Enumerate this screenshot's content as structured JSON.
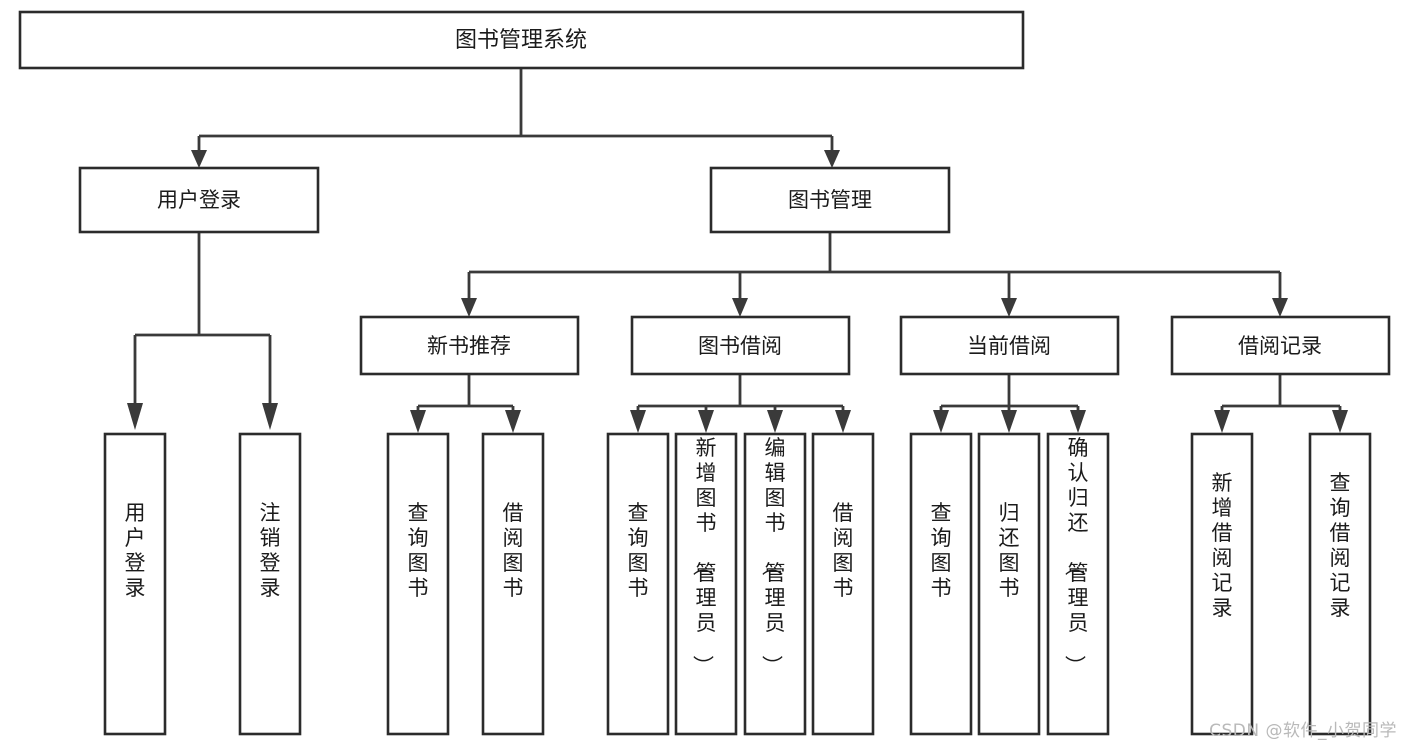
{
  "diagram": {
    "type": "tree-hierarchy",
    "title": "图书管理系统",
    "watermark": "CSDN @软件_小贺同学",
    "root": {
      "id": "root",
      "label": "图书管理系统",
      "orientation": "horizontal"
    },
    "level2": [
      {
        "id": "user-login",
        "label": "用户登录",
        "orientation": "horizontal"
      },
      {
        "id": "book-manage",
        "label": "图书管理",
        "orientation": "horizontal"
      }
    ],
    "level3": [
      {
        "id": "new-book-recommend",
        "label": "新书推荐",
        "parent": "book-manage",
        "orientation": "horizontal"
      },
      {
        "id": "book-borrow",
        "label": "图书借阅",
        "parent": "book-manage",
        "orientation": "horizontal"
      },
      {
        "id": "current-borrow",
        "label": "当前借阅",
        "parent": "book-manage",
        "orientation": "horizontal"
      },
      {
        "id": "borrow-record",
        "label": "借阅记录",
        "parent": "book-manage",
        "orientation": "horizontal"
      }
    ],
    "leaves": [
      {
        "id": "leaf-user-login",
        "label": "用户登录",
        "parent": "user-login",
        "orientation": "vertical"
      },
      {
        "id": "leaf-user-logout",
        "label": "注销登录",
        "parent": "user-login",
        "orientation": "vertical"
      },
      {
        "id": "leaf-query-book-1",
        "label": "查询图书",
        "parent": "new-book-recommend",
        "orientation": "vertical"
      },
      {
        "id": "leaf-borrow-book-1",
        "label": "借阅图书",
        "parent": "new-book-recommend",
        "orientation": "vertical"
      },
      {
        "id": "leaf-query-book-2",
        "label": "查询图书",
        "parent": "book-borrow",
        "orientation": "vertical"
      },
      {
        "id": "leaf-add-book",
        "label": "新增图书（管理员）",
        "parent": "book-borrow",
        "orientation": "vertical"
      },
      {
        "id": "leaf-edit-book",
        "label": "编辑图书（管理员）",
        "parent": "book-borrow",
        "orientation": "vertical"
      },
      {
        "id": "leaf-borrow-book-2",
        "label": "借阅图书",
        "parent": "book-borrow",
        "orientation": "vertical"
      },
      {
        "id": "leaf-query-book-3",
        "label": "查询图书",
        "parent": "current-borrow",
        "orientation": "vertical"
      },
      {
        "id": "leaf-return-book",
        "label": "归还图书",
        "parent": "current-borrow",
        "orientation": "vertical"
      },
      {
        "id": "leaf-confirm-return",
        "label": "确认归还（管理员）",
        "parent": "current-borrow",
        "orientation": "vertical"
      },
      {
        "id": "leaf-add-record",
        "label": "新增借阅记录",
        "parent": "borrow-record",
        "orientation": "vertical"
      },
      {
        "id": "leaf-query-record",
        "label": "查询借阅记录",
        "parent": "borrow-record",
        "orientation": "vertical"
      }
    ],
    "colors": {
      "box_stroke": "#2b2b2b",
      "connector": "#3a3a3a",
      "text": "#1b1b1b",
      "background": "#ffffff",
      "watermark": "#b9b9b9"
    }
  }
}
